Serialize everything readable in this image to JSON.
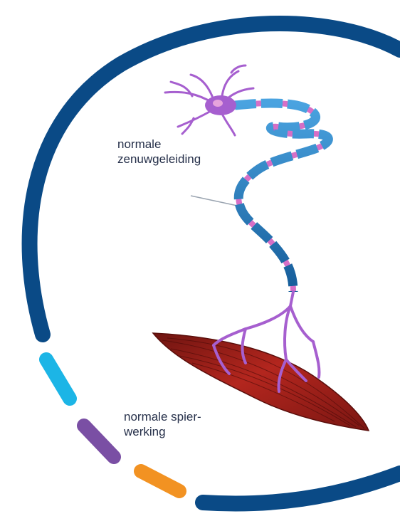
{
  "labels": {
    "nerve_line1": "normale",
    "nerve_line2": "zenuwgeleiding",
    "muscle_line1": "normale spier-",
    "muscle_line2": "werking"
  },
  "colors": {
    "ring": "#0a4a86",
    "dash_cyan": "#1cb5e6",
    "dash_purple": "#7a4fa4",
    "dash_orange": "#f29222",
    "neuron_purple": "#a65fcf",
    "myelin_blue": "#1f6fb3",
    "node_pink": "#d66fc6",
    "muscle_red": "#a31f1f",
    "label_text": "#26304a"
  },
  "icons": [
    "neuron-cell-body-icon",
    "myelinated-axon-icon",
    "muscle-fiber-icon"
  ]
}
